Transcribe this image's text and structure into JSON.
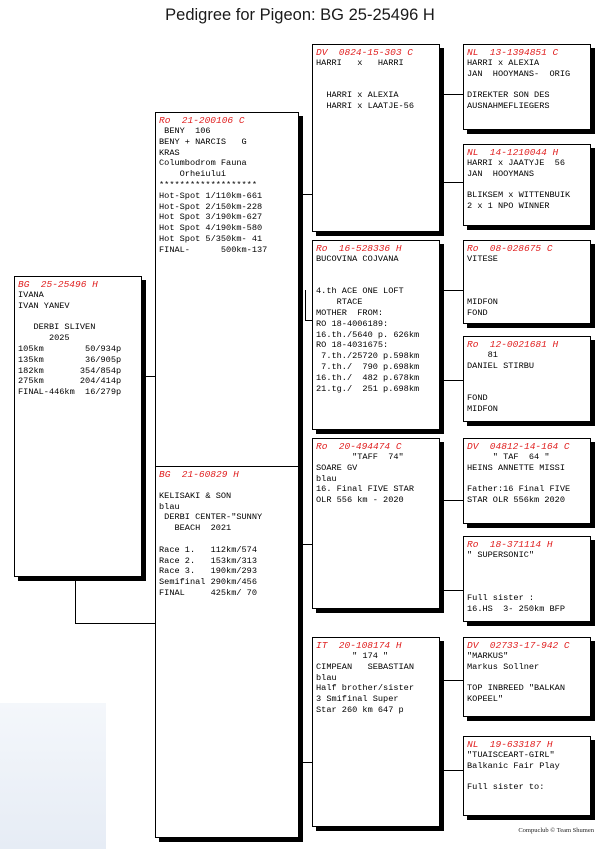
{
  "title": "Pedigree for Pigeon: BG  25-25496 H",
  "footer": "Compuclub © Team Shumen",
  "birds": {
    "subject": {
      "ring": "BG  25-25496 H",
      "text": "IVANA\nIVAN YANEV\n\n   DERBI SLIVEN\n      2025\n105km        50/934p\n135km        36/905p\n182km       354/854p\n275km       204/414p\nFINAL-446km  16/279p"
    },
    "sire": {
      "ring": "Ro  21-200106 C",
      "text": " BENY  106\nBENY + NARCIS   G\nKRAS\nColumbodrom Fauna\n    Orheiului\n*******************\nHot-Spot 1/110km-661\nHot-Spot 2/150km-228\nHot Spot 3/190km-627\nHot Spot 4/190km-580\nHot Spot 5/350km- 41\nFINAL-      500km-137"
    },
    "dam": {
      "ring": "BG  21-60829 H",
      "text": "\nKELISAKI & SON\nblau\n DERBI CENTER-\"SUNNY\n   BEACH  2021\n\nRace 1.   112km/574\nRace 2.   153km/313\nRace 3.   190km/293\nSemifinal 290km/456\nFINAL     425km/ 70"
    },
    "ss": {
      "ring": "DV  0824-15-303 C",
      "text": "HARRI   x   HARRI\n\n\n  HARRI x ALEXIA\n  HARRI x LAATJE-56"
    },
    "sd": {
      "ring": "Ro  16-528336 H",
      "text": "BUCOVINA COJVANA\n\n\n4.th ACE ONE LOFT\n    RTACE\nMOTHER  FROM:\nRO 18-4006189:\n16.th./5640 p. 626km\nRO 18-4031675:\n 7.th./25720 p.598km\n 7.th./  790 p.698km\n16.th./  482 p.678km\n21.tg./  251 p.698km"
    },
    "ds": {
      "ring": "Ro  20-494474 C",
      "text": "       \"TAFF  74\"\nSOARE GV\nblau\n16. Final FIVE STAR\nOLR 556 km - 2020"
    },
    "dd": {
      "ring": "IT  20-108174 H",
      "text": "       \" 174 \"\nCIMPEAN   SEBASTIAN\nblau\nHalf brother/sister\n3 Smifinal Super\nStar 260 km 647 p"
    },
    "sss": {
      "ring": "NL  13-1394851 C",
      "text": "HARRI x ALEXIA\nJAN  HOOYMANS-  ORIG\n\nDIREKTER SON DES\nAUSNAHMEFLIEGERS"
    },
    "ssd": {
      "ring": "NL  14-1210044 H",
      "text": "HARRI x JAATYJE  56\nJAN  HOOYMANS\n\nBLIKSEM x WITTENBUIK\n2 x 1 NPO WINNER"
    },
    "sds": {
      "ring": "Ro  08-028675 C",
      "text": "VITESE\n\n\n\nMIDFON\nFOND"
    },
    "sdd": {
      "ring": "Ro  12-0021681 H",
      "text": "    81\nDANIEL STIRBU\n\n\nFOND\nMIDFON"
    },
    "dss": {
      "ring": "DV  04812-14-164 C",
      "text": "     \" TAF  64 \"\nHEINS ANNETTE MISSI\n\nFather:16 Final FIVE\nSTAR OLR 556km 2020"
    },
    "dsd": {
      "ring": "Ro  18-371114 H",
      "text": "\" SUPERSONIC\"\n\n\n\nFull sister :\n16.HS  3- 250km BFP"
    },
    "dds": {
      "ring": "DV  02733-17-942 C",
      "text": "\"MARKUS\"\nMarkus Sollner\n\nTOP INBREED \"BALKAN\nKOPEEL\""
    },
    "ddd": {
      "ring": "NL  19-633187 H",
      "text": "\"TUAISCEART-GIRL\"\nBalkanic Fair Play\n\nFull sister to:"
    }
  }
}
